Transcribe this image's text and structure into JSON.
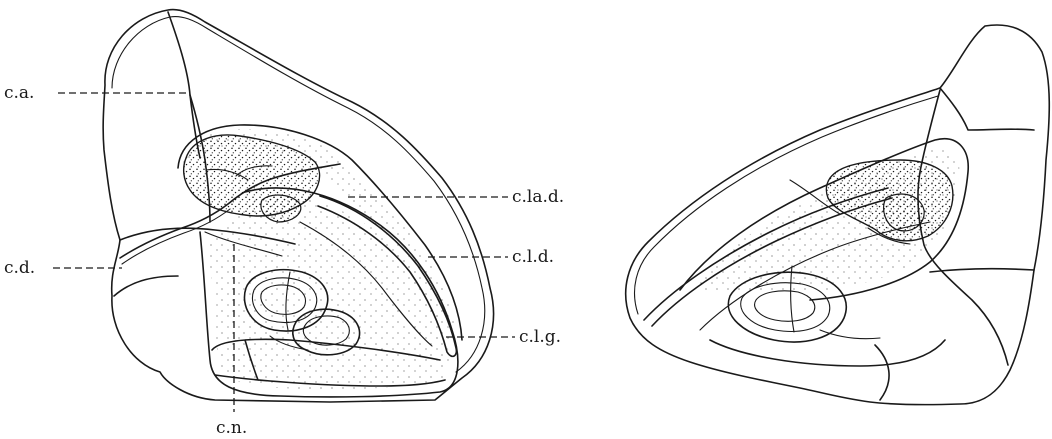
{
  "labels": {
    "ca": "c.a.",
    "cd": "c.d.",
    "cn": "c.n.",
    "clad": "c.la.d.",
    "cld": "c.l.d.",
    "clg": "c.l.g."
  }
}
